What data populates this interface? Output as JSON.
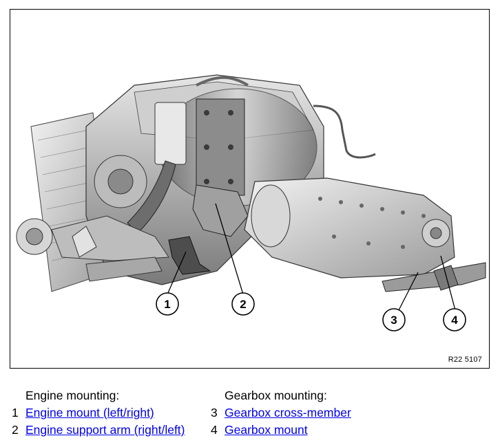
{
  "figure": {
    "ref_code": "R22 5107",
    "callouts": [
      "1",
      "2",
      "3",
      "4"
    ]
  },
  "legend": {
    "engine": {
      "heading": "Engine mounting:",
      "items": [
        {
          "num": "1",
          "label": "Engine mount (left/right)"
        },
        {
          "num": "2",
          "label": "Engine support arm (right/left)"
        }
      ]
    },
    "gearbox": {
      "heading": "Gearbox mounting:",
      "items": [
        {
          "num": "3",
          "label": "Gearbox cross-member"
        },
        {
          "num": "4",
          "label": "Gearbox mount"
        }
      ]
    }
  },
  "colors": {
    "link": "#0000ee",
    "line": "#000000"
  }
}
